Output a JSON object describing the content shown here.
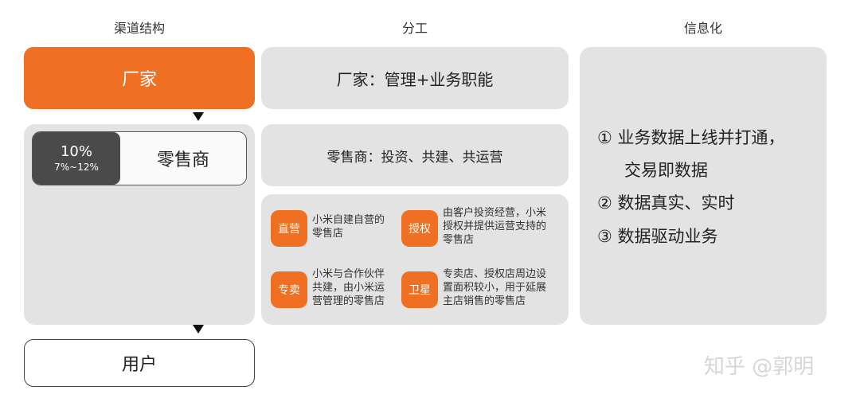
{
  "headers": {
    "channel": "渠道结构",
    "division": "分工",
    "info": "信息化"
  },
  "channel": {
    "manufacturer": "厂家",
    "retailer_pill": {
      "percent": "10%",
      "range": "7%~12%",
      "label": "零售商"
    },
    "user": "用户"
  },
  "division": {
    "manufacturer_role": "厂家：管理+业务职能",
    "retailer_role": "零售商：投资、共建、共运营",
    "types": [
      {
        "badge": "直营",
        "lines": [
          "小米自建自营的",
          "零售店"
        ]
      },
      {
        "badge": "授权",
        "lines": [
          "由客户投资经营，小米",
          "授权并提供运营支持的",
          "零售店"
        ]
      },
      {
        "badge": "专卖",
        "lines": [
          "小米与合作伙伴",
          "共建，由小米运",
          "营管理的零售店"
        ]
      },
      {
        "badge": "卫星",
        "lines": [
          "专卖店、授权店周边设",
          "置面积较小，用于延展",
          "主店销售的零售店"
        ]
      }
    ]
  },
  "info": {
    "lines": [
      "① 业务数据上线并打通，",
      "交易即数据",
      "② 数据真实、实时",
      "③ 数据驱动业务"
    ]
  },
  "watermark": "知乎 @郭明"
}
